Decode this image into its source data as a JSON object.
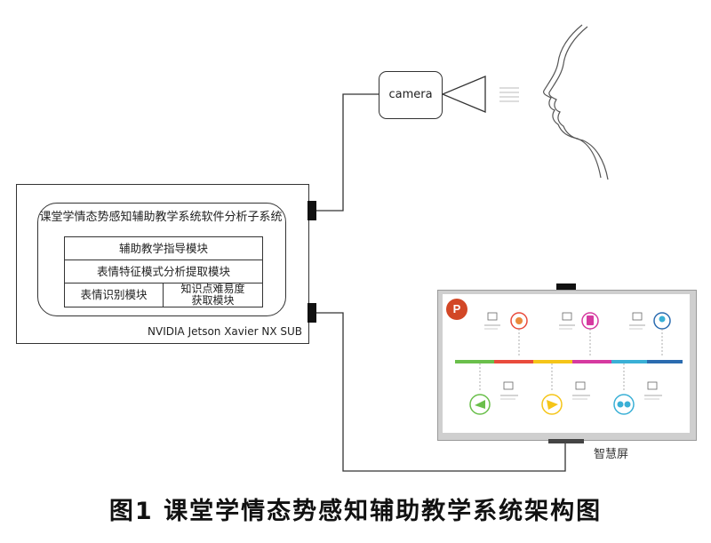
{
  "subsystem_title": "课堂学情态势感知辅助教学系统软件分析子系统",
  "modules": {
    "row1": "辅助教学指导模块",
    "row2": "表情特征模式分析提取模块",
    "cell_left": "表情识别模块",
    "cell_right_line1": "知识点难易度",
    "cell_right_line2": "获取模块"
  },
  "device_label": "NVIDIA Jetson Xavier NX SUB",
  "camera_label": "camera",
  "screen_label": "智慧屏",
  "caption": "图1  课堂学情态势感知辅助教学系统架构图",
  "colors": {
    "timeline": [
      "#6abf4b",
      "#e94b3c",
      "#f5c518",
      "#d63aa0",
      "#3ab0d6",
      "#2b6cb0"
    ],
    "ppt": "#d24726"
  }
}
